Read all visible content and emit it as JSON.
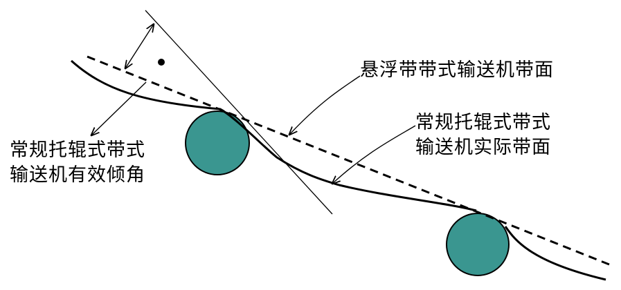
{
  "labels": {
    "suspended_belt_surface": "悬浮带带式输送机带面",
    "conventional_actual_surface": [
      "常规托辊式带式",
      "输送机实际带面"
    ],
    "conventional_effective_angle": [
      "常规托辊式带式",
      "输送机有效倾角"
    ]
  },
  "colors": {
    "roller_fill": "#3a9690",
    "stroke": "#000000"
  }
}
